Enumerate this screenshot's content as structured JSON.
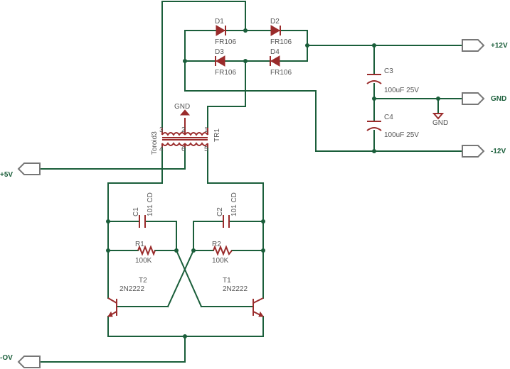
{
  "nets": {
    "p12": "+12V",
    "gnd": "GND",
    "m12": "-12V",
    "p5": "+5V",
    "ov": "-OV"
  },
  "diodes": [
    {
      "ref": "D1",
      "value": "FR106"
    },
    {
      "ref": "D2",
      "value": "FR106"
    },
    {
      "ref": "D3",
      "value": "FR106"
    },
    {
      "ref": "D4",
      "value": "FR106"
    }
  ],
  "caps_out": [
    {
      "ref": "C3",
      "value": "100uF 25V"
    },
    {
      "ref": "C4",
      "value": "100uF 25V"
    }
  ],
  "transformer": {
    "ref": "TR1",
    "value": "Toroid3",
    "pins": [
      "3",
      "2",
      "1",
      "4",
      "6",
      "5"
    ],
    "gnd_label": "GND"
  },
  "caps_osc": [
    {
      "ref": "C1",
      "value": "101 CD"
    },
    {
      "ref": "C2",
      "value": "101 CD"
    }
  ],
  "resistors": [
    {
      "ref": "R1",
      "value": "100K"
    },
    {
      "ref": "R2",
      "value": "100K"
    }
  ],
  "transistors": [
    {
      "ref": "T2",
      "value": "2N2222"
    },
    {
      "ref": "T1",
      "value": "2N2222"
    }
  ],
  "gnd_symbol": "GND"
}
